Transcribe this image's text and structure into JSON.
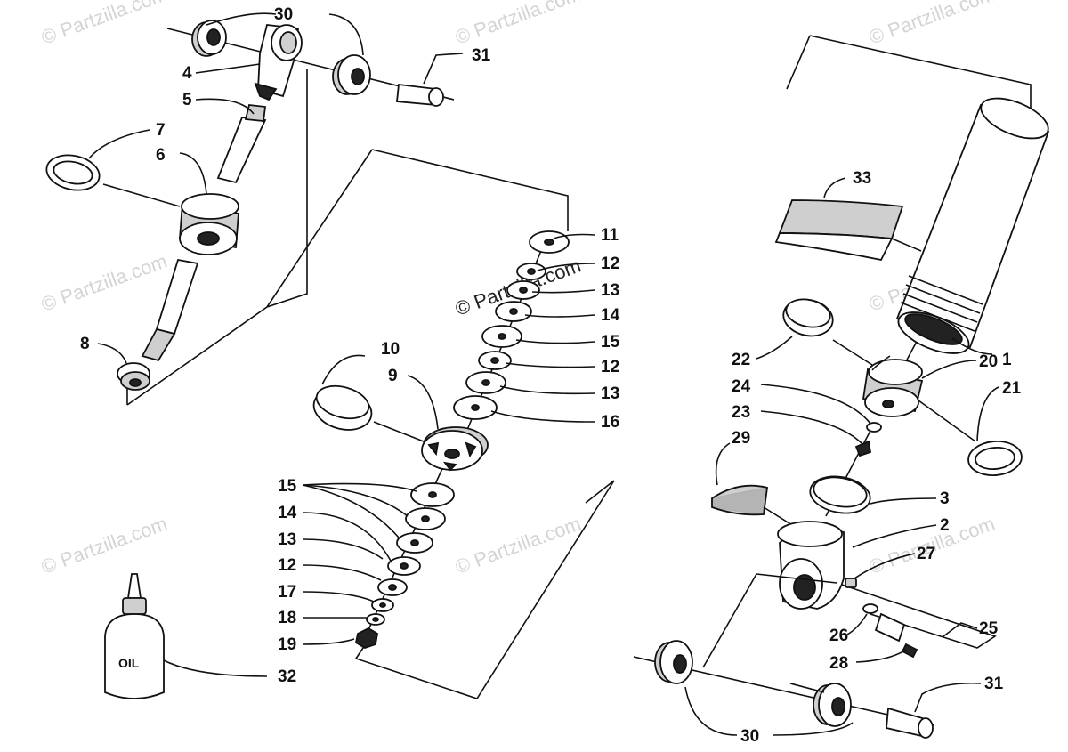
{
  "watermark": "© Partzilla.com",
  "bottle_label": "OIL",
  "part_numbers": [
    "1",
    "2",
    "3",
    "4",
    "5",
    "6",
    "7",
    "8",
    "9",
    "10",
    "11",
    "12",
    "13",
    "14",
    "15",
    "16",
    "17",
    "18",
    "19",
    "20",
    "21",
    "22",
    "23",
    "24",
    "25",
    "26",
    "27",
    "28",
    "29",
    "30",
    "31",
    "32",
    "33"
  ],
  "labels": {
    "l30a": "30",
    "l31a": "31",
    "l4": "4",
    "l5": "5",
    "l7": "7",
    "l6": "6",
    "l8": "8",
    "l10": "10",
    "l9": "9",
    "l11": "11",
    "l12a": "12",
    "l13a": "13",
    "l14a": "14",
    "l15a": "15",
    "l12b": "12",
    "l13b": "13",
    "l16": "16",
    "l15b": "15",
    "l14b": "14",
    "l13c": "13",
    "l12c": "12",
    "l17": "17",
    "l18": "18",
    "l19": "19",
    "l32": "32",
    "l33": "33",
    "l1": "1",
    "l22": "22",
    "l20": "20",
    "l21": "21",
    "l24": "24",
    "l23": "23",
    "l29": "29",
    "l3": "3",
    "l2": "2",
    "l27": "27",
    "l25": "25",
    "l26": "26",
    "l28": "28",
    "l31b": "31",
    "l30b": "30"
  }
}
